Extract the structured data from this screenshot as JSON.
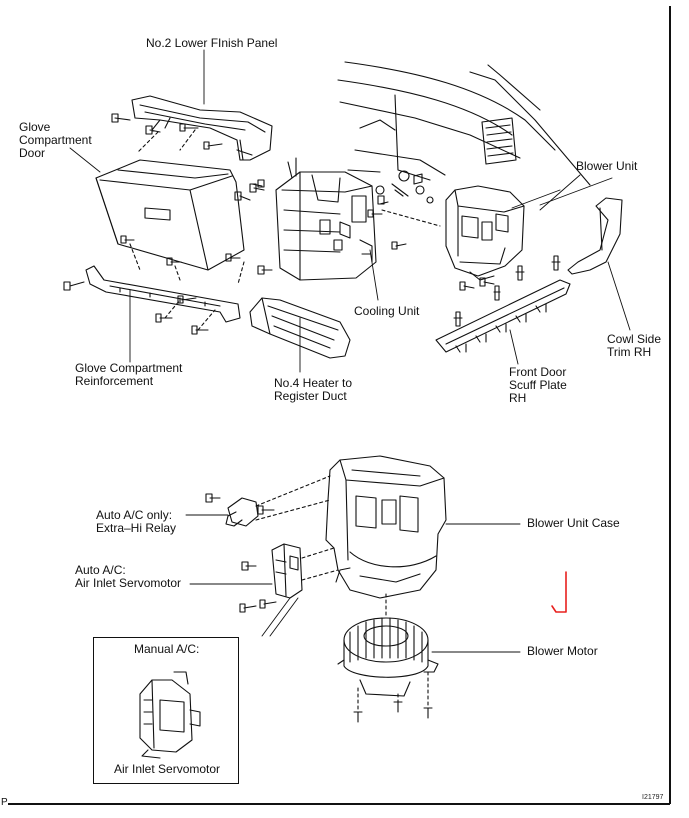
{
  "labels": {
    "lower_finish_panel": "No.2 Lower FInish Panel",
    "glove_door": [
      "Glove",
      "Compartment",
      "Door"
    ],
    "blower_unit": "Blower Unit",
    "cooling_unit": "Cooling Unit",
    "cowl_side_trim": [
      "Cowl Side",
      "Trim RH"
    ],
    "glove_reinforcement": [
      "Glove Compartment",
      "Reinforcement"
    ],
    "heater_duct": [
      "No.4 Heater to",
      "Register Duct"
    ],
    "front_door_scuff": [
      "Front Door",
      "Scuff Plate",
      "RH"
    ],
    "extra_hi_relay": [
      "Auto A/C only:",
      "Extra–Hi Relay"
    ],
    "air_inlet_servo_auto": [
      "Auto A/C:",
      "Air Inlet Servomotor"
    ],
    "blower_unit_case": "Blower Unit Case",
    "blower_motor": "Blower Motor",
    "manual_ac": "Manual A/C:",
    "air_inlet_servo_manual": "Air Inlet Servomotor"
  },
  "figure_ref": "I21797",
  "corner_mark": "P",
  "colors": {
    "line": "#111111",
    "annotation_arrow": "#e8201e"
  }
}
